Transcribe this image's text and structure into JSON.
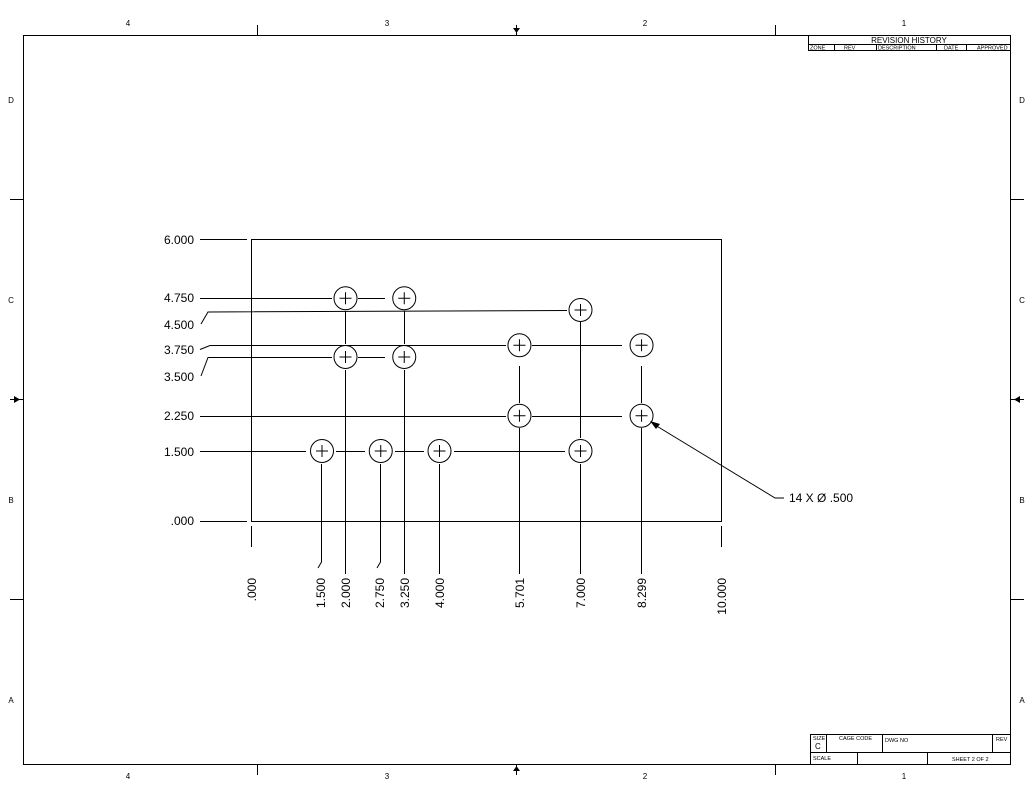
{
  "border": {
    "zones_top": [
      "4",
      "3",
      "2",
      "1"
    ],
    "zones_bottom": [
      "4",
      "3",
      "2",
      "1"
    ],
    "zones_left": [
      "D",
      "C",
      "B",
      "A"
    ],
    "zones_right": [
      "D",
      "C",
      "B",
      "A"
    ]
  },
  "revision_history": {
    "title": "REVISION HISTORY",
    "columns": [
      "ZONE",
      "REV",
      "DESCRIPTION",
      "DATE",
      "APPROVED"
    ]
  },
  "title_block": {
    "size_label": "SIZE",
    "size_value": "C",
    "cage_label": "CAGE CODE",
    "dwg_label": "DWG NO",
    "rev_label": "REV",
    "scale_label": "SCALE",
    "sheet_text": "SHEET 2 OF 2"
  },
  "drawing": {
    "plate": {
      "x_range": [
        0,
        10
      ],
      "y_range": [
        0,
        6
      ]
    },
    "x_ordinates": [
      ".000",
      "1.500",
      "2.000",
      "2.750",
      "3.250",
      "4.000",
      "5.701",
      "7.000",
      "8.299",
      "10.000"
    ],
    "y_ordinates": [
      "6.000",
      "4.750",
      "4.500",
      "3.750",
      "3.500",
      "2.250",
      "1.500",
      ".000"
    ],
    "hole_callout": "14 X Ø .500",
    "holes": [
      {
        "x": 2.0,
        "y": 4.75
      },
      {
        "x": 3.25,
        "y": 4.75
      },
      {
        "x": 7.0,
        "y": 4.5
      },
      {
        "x": 5.701,
        "y": 3.75
      },
      {
        "x": 8.299,
        "y": 3.75
      },
      {
        "x": 2.0,
        "y": 3.5
      },
      {
        "x": 3.25,
        "y": 3.5
      },
      {
        "x": 5.701,
        "y": 2.25
      },
      {
        "x": 8.299,
        "y": 2.25
      },
      {
        "x": 1.5,
        "y": 1.5
      },
      {
        "x": 2.75,
        "y": 1.5
      },
      {
        "x": 4.0,
        "y": 1.5
      },
      {
        "x": 7.0,
        "y": 1.5
      }
    ]
  }
}
